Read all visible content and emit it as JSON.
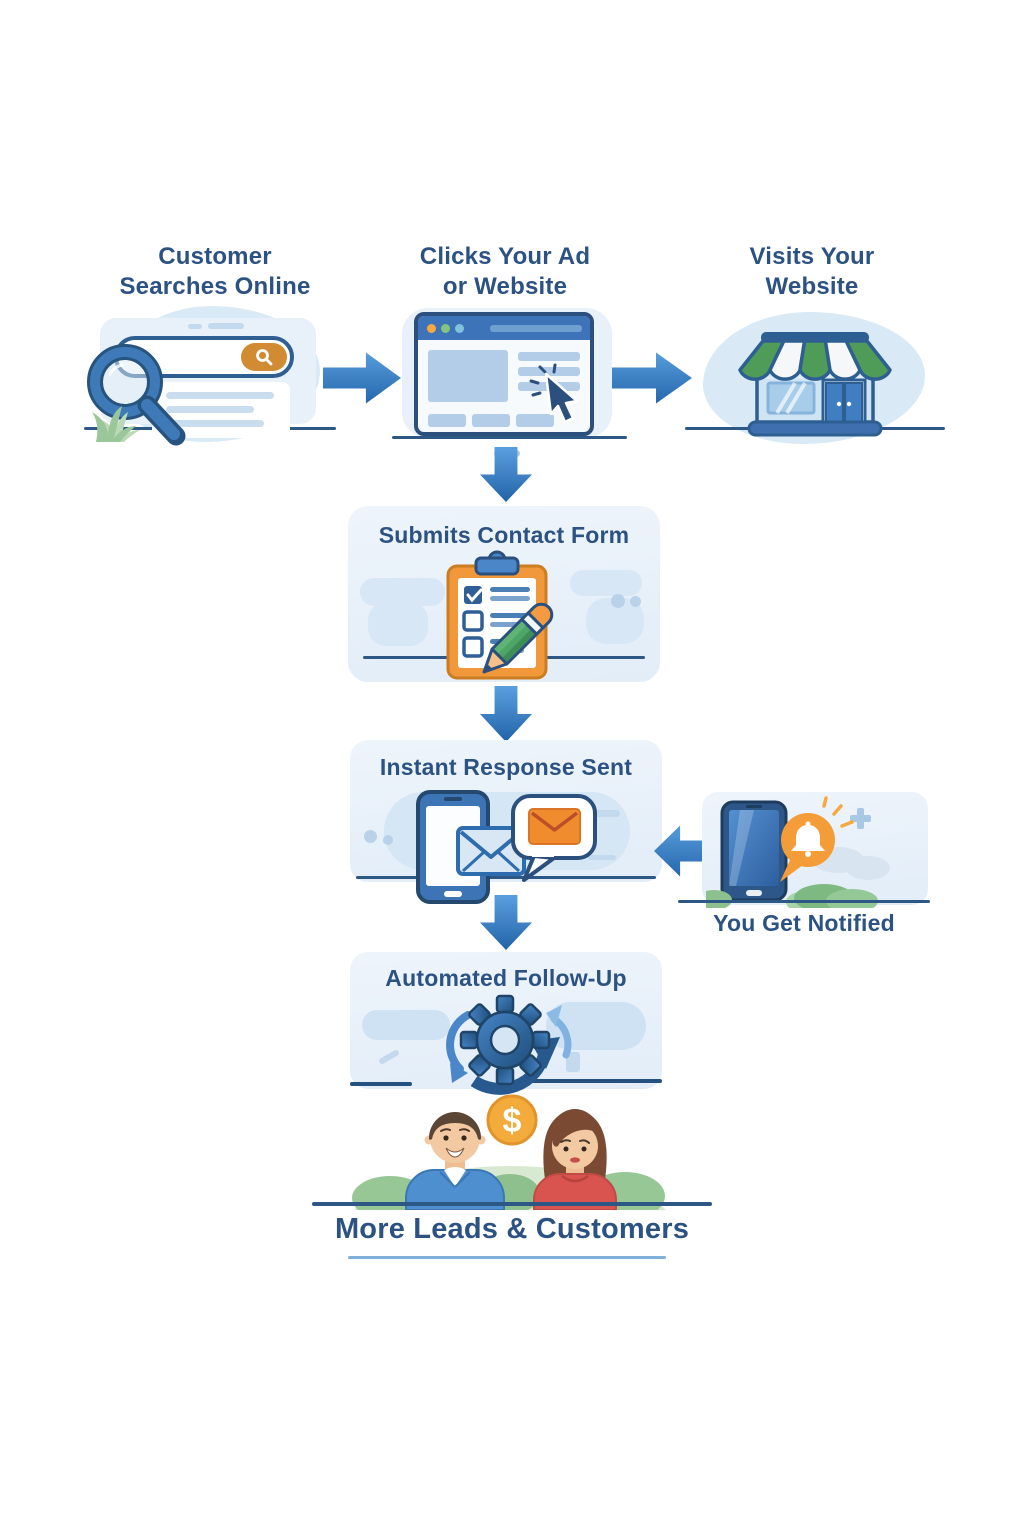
{
  "infographic": {
    "type": "lead-generation-flowchart",
    "steps": {
      "search": "Customer\nSearches Online",
      "click": "Clicks Your Ad\nor Website",
      "visit": "Visits Your\nWebsite",
      "form": "Submits Contact Form",
      "response": "Instant Response Sent",
      "notify": "You Get Notified",
      "followup": "Automated Follow-Up",
      "result": "More Leads & Customers"
    },
    "coin_symbol": "$",
    "icons": [
      "magnifier-icon",
      "cursor-icon",
      "storefront-icon",
      "clipboard-icon",
      "pencil-icon",
      "phone-icon",
      "envelope-icon",
      "speech-bubble-icon",
      "bell-icon",
      "gear-icon",
      "sync-arrows-icon",
      "dollar-coin-icon",
      "arrow-right-icon",
      "arrow-down-icon",
      "arrow-left-icon"
    ],
    "colors": {
      "title_text": "#2b5282",
      "arrow_blue_light": "#5aa0e0",
      "arrow_blue_dark": "#2263a8",
      "panel_bg": "#e8f0f9",
      "baseline_navy": "#2d5785",
      "accent_orange": "#f0983a",
      "search_button_orange": "#d18c33",
      "awning_green": "#4f9c58",
      "pencil_green": "#4da568",
      "bush_green": "#8cc08c",
      "coin_gold": "#f3ac3c",
      "notification_orange": "#f39c38",
      "phone_navy": "#2c5788",
      "man_shirt_blue": "#4e8fd0",
      "woman_shirt_red": "#d9534f"
    }
  }
}
